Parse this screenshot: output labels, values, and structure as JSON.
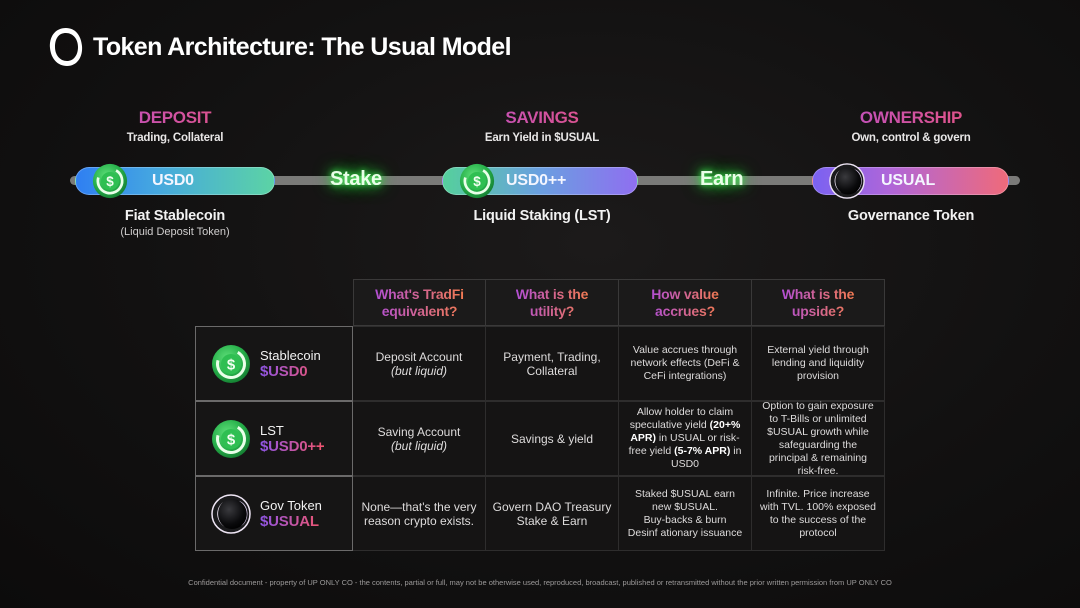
{
  "header": {
    "title": "Token Architecture: The Usual Model",
    "logo": "usual-ring-logo"
  },
  "flow": {
    "stages": [
      {
        "name": "DEPOSIT",
        "subtitle": "Trading, Collateral",
        "token": "USD0",
        "icon": "dollar-coin-icon",
        "description": "Fiat Stablecoin",
        "description_sub": "(Liquid Deposit Token)",
        "gradient": [
          "#2f7ff2",
          "#5cd3a5"
        ]
      },
      {
        "name": "SAVINGS",
        "subtitle": "Earn Yield in $USUAL",
        "token": "USD0++",
        "icon": "dollar-coin-icon",
        "description": "Liquid Staking (LST)",
        "description_sub": "",
        "gradient": [
          "#55d09c",
          "#8f6ff0"
        ]
      },
      {
        "name": "OWNERSHIP",
        "subtitle": "Own, control & govern",
        "token": "USUAL",
        "icon": "usual-ring-icon",
        "description": "Governance Token",
        "description_sub": "",
        "gradient": [
          "#7a62f2",
          "#ef6a7a"
        ]
      }
    ],
    "transitions": [
      "Stake",
      "Earn"
    ]
  },
  "table": {
    "headers": [
      [
        "What's TradFi",
        "equivalent?"
      ],
      [
        "What is the",
        "utility?"
      ],
      [
        "How value",
        "accrues?"
      ],
      [
        "What is the",
        "upside?"
      ]
    ],
    "rows": [
      {
        "label": "Stablecoin",
        "ticker": "$USD0",
        "icon": "dollar-coin-icon",
        "tradfi": "Deposit Account",
        "tradfi_note": "(but liquid)",
        "utility": "Payment, Trading, Collateral",
        "accrual": "Value accrues through network effects (DeFi & CeFi integrations)",
        "upside": "External yield through lending and liquidity provision"
      },
      {
        "label": "LST",
        "ticker": "$USD0++",
        "icon": "dollar-coin-icon",
        "tradfi": "Saving Account",
        "tradfi_note": "(but liquid)",
        "utility": "Savings & yield",
        "accrual_parts": [
          "Allow holder to claim speculative yield ",
          "(20+% APR)",
          " in USUAL or risk-free yield ",
          "(5-7% APR)",
          " in USD0"
        ],
        "upside": "Option to gain exposure to T-Bills or unlimited $USUAL growth while safeguarding the principal & remaining risk-free."
      },
      {
        "label": "Gov Token",
        "ticker": "$USUAL",
        "icon": "usual-ring-icon",
        "tradfi": "None—that's the very reason crypto exists.",
        "tradfi_note": "",
        "utility_lines": [
          "Govern DAO Treasury",
          "Stake & Earn"
        ],
        "accrual_lines": [
          "Staked $USUAL earn new $USUAL.",
          "Buy-backs & burn",
          "Desinf ationary issuance"
        ],
        "upside": "Infinite. Price increase with TVL. 100% exposed to the success of the protocol"
      }
    ]
  },
  "footer": {
    "disclaimer": "Confidential document - property of UP ONLY CO - the contents, partial or full, may not be otherwise used, reproduced, broadcast, published or retransmitted without the prior written permission from UP ONLY CO"
  },
  "colors": {
    "background": "#121111",
    "accent_gradient": [
      "#b24fd3",
      "#f0556e"
    ],
    "glow_green": "#3ee84f",
    "track": "#7a7a78"
  }
}
